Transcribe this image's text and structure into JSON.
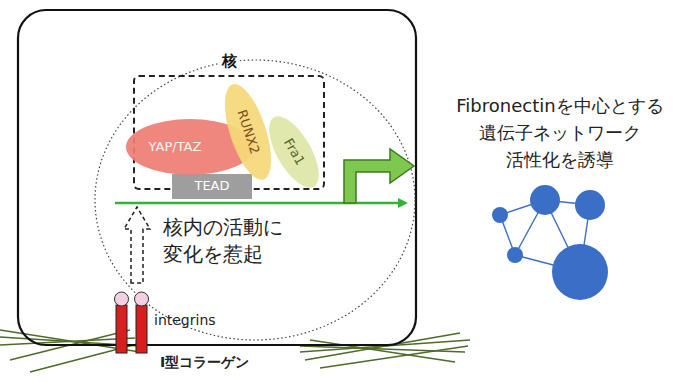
{
  "diagram": {
    "nodes": [
      {
        "text": [
          "核"
        ]
      },
      {
        "text": [
          "YAP/TAZ"
        ],
        "in": 0
      },
      {
        "text": [
          "RUNX2"
        ],
        "in": 0
      },
      {
        "text": [
          "Fra1"
        ],
        "in": 0
      },
      {
        "text": [
          "TEAD"
        ],
        "in": 0
      }
    ],
    "edges": [],
    "labels": [
      "核内の活動に 変化を惹起",
      "integrins",
      "I型コラーゲン",
      "Fibronectinを中心とする 遺伝子ネットワーク 活性化を誘導"
    ]
  }
}
